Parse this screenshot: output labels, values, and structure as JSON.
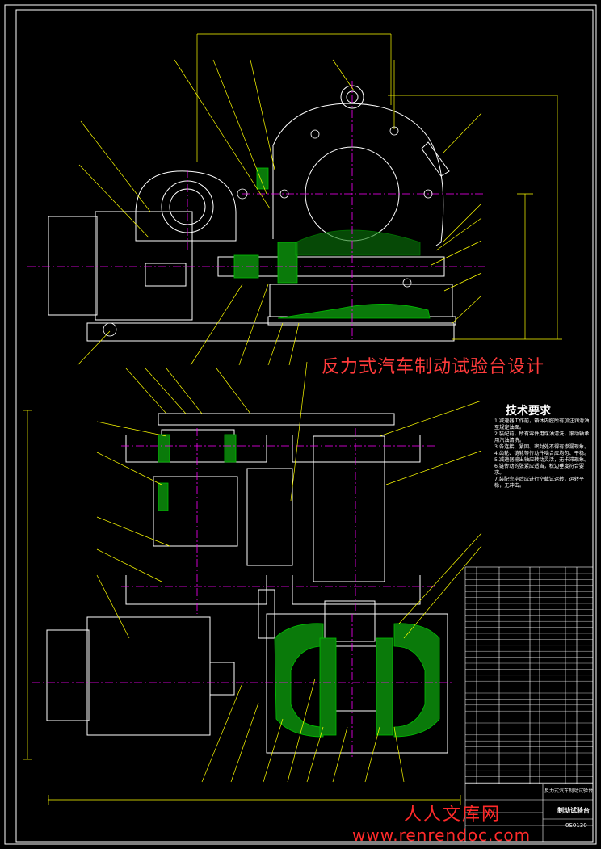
{
  "drawing": {
    "title": "反力式汽车制动试验台设计",
    "tech_requirements_title": "技术要求",
    "tech_requirements": [
      "1.减速器工作前，箱体内腔所有加注润滑油至规定油面。",
      "2.装配前，所有零件用煤油清洗，滚动轴承用汽油清洗。",
      "3.各连接、紧固、密封处不得有渗漏现象。",
      "4.齿轮、链轮等传动件啮合应均匀、平稳。",
      "5.减速器输出轴应转动灵活，无卡滞现象。",
      "6.链传动的张紧应适当，松边垂度符合要求。",
      "7.装配完毕后应进行空载试运转，运转平稳，无冲击。"
    ],
    "drawing_number_label": "0S0130",
    "title_block_name": "反力式汽车制动试验台",
    "title_block_name2": "制动试验台",
    "watermark_cn": "人人文库网",
    "watermark_url": "www.renrendoc.com"
  },
  "colors": {
    "background": "#000000",
    "outline": "#ffffff",
    "leader": "#ffff00",
    "center": "#ff00ff",
    "section": "#00a000",
    "dimension": "#ffff00",
    "watermark": "#ff2a2a"
  }
}
